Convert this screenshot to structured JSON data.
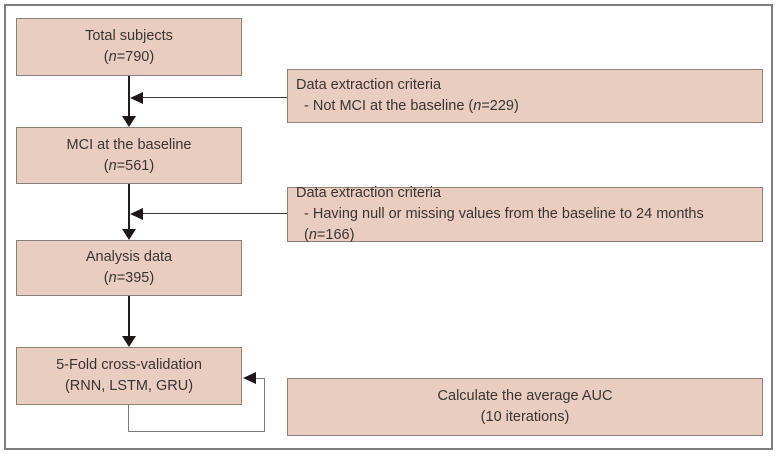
{
  "colors": {
    "box_fill": "#e9cdc1",
    "box_border": "#8b8078",
    "frame_border": "#7e7e7e",
    "arrow": "#1d1717",
    "loop_line": "#7a7a7a",
    "text": "#3a3430"
  },
  "flow": {
    "main_boxes": [
      {
        "title": "Total subjects",
        "count": {
          "pre": "(",
          "n": "n",
          "post": "=790)"
        }
      },
      {
        "title": "MCI at the baseline",
        "count": {
          "pre": "(",
          "n": "n",
          "post": "=561)"
        }
      },
      {
        "title": "Analysis data",
        "count": {
          "pre": "(",
          "n": "n",
          "post": "=395)"
        }
      },
      {
        "title": "5-Fold cross-validation",
        "subtitle": "(RNN, LSTM, GRU)"
      }
    ],
    "criteria_boxes": [
      {
        "title": "Data extraction criteria",
        "item": {
          "pre": "- Not MCI at the baseline (",
          "n": "n",
          "post": "=229)"
        }
      },
      {
        "title": "Data extraction criteria",
        "item": {
          "pre": "- Having null or missing values from the baseline to 24 months (",
          "n": "n",
          "post": "=166)"
        }
      }
    ],
    "result_box": {
      "title": "Calculate the average AUC",
      "subtitle": "(10 iterations)"
    }
  }
}
